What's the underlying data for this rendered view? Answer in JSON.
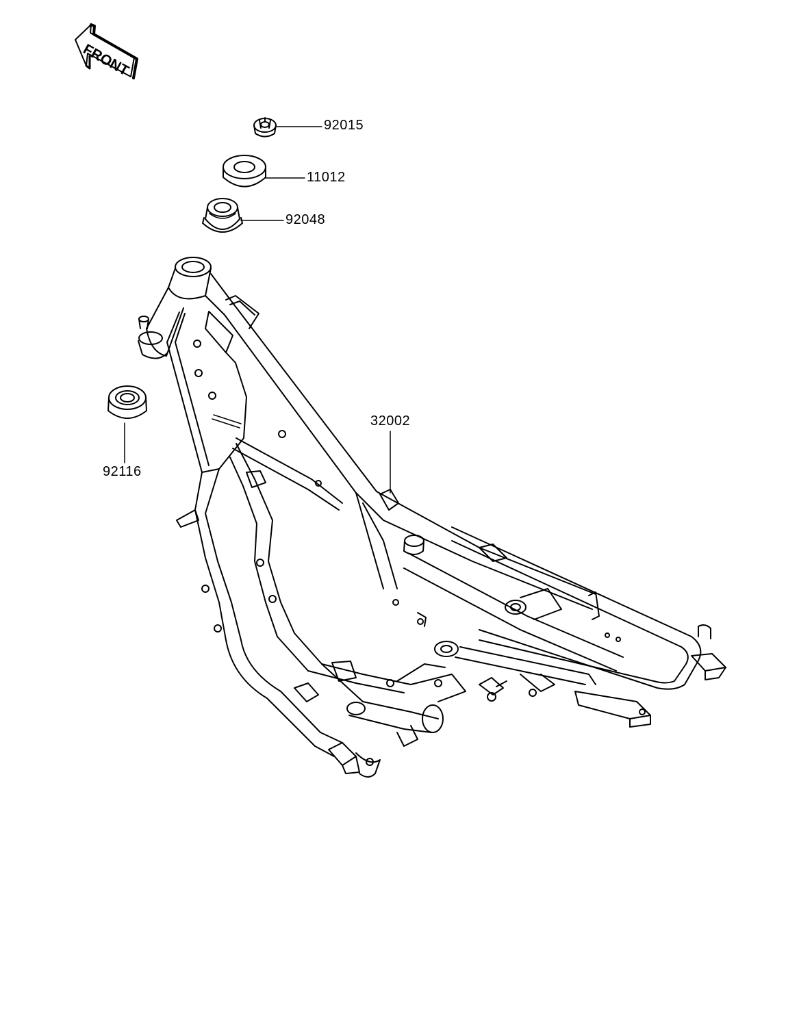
{
  "front_indicator": {
    "label": "FRONT"
  },
  "parts": {
    "p92015": {
      "number": "92015",
      "name_icon": "nut-icon"
    },
    "p11012": {
      "number": "11012",
      "name_icon": "washer-icon"
    },
    "p92048": {
      "number": "92048",
      "name_icon": "grommet-icon"
    },
    "p92116": {
      "number": "92116",
      "name_icon": "bearing-seal-icon"
    },
    "p32002": {
      "number": "32002",
      "name_icon": "frame-icon"
    }
  },
  "colors": {
    "ink": "#000000",
    "paper": "#ffffff"
  }
}
